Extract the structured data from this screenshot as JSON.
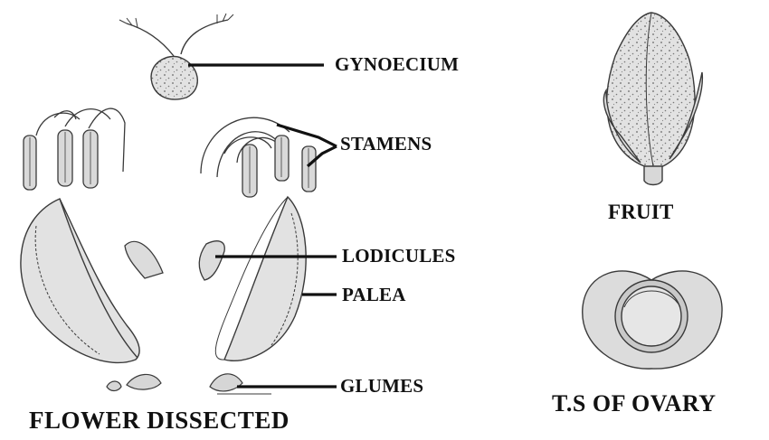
{
  "labels": {
    "gynoecium": "GYNOECIUM",
    "stamens": "STAMENS",
    "lodicules": "LODICULES",
    "palea": "PALEA",
    "glumes": "GLUMES",
    "fruit": "FRUIT",
    "ts_ovary": "T.S OF OVARY",
    "flower_dissected": "FLOWER DISSECTED"
  },
  "colors": {
    "ink": "#111111",
    "sketch_fill": "#e4e4e4",
    "sketch_stroke": "#3a3a3a",
    "speckle": "#555555"
  }
}
